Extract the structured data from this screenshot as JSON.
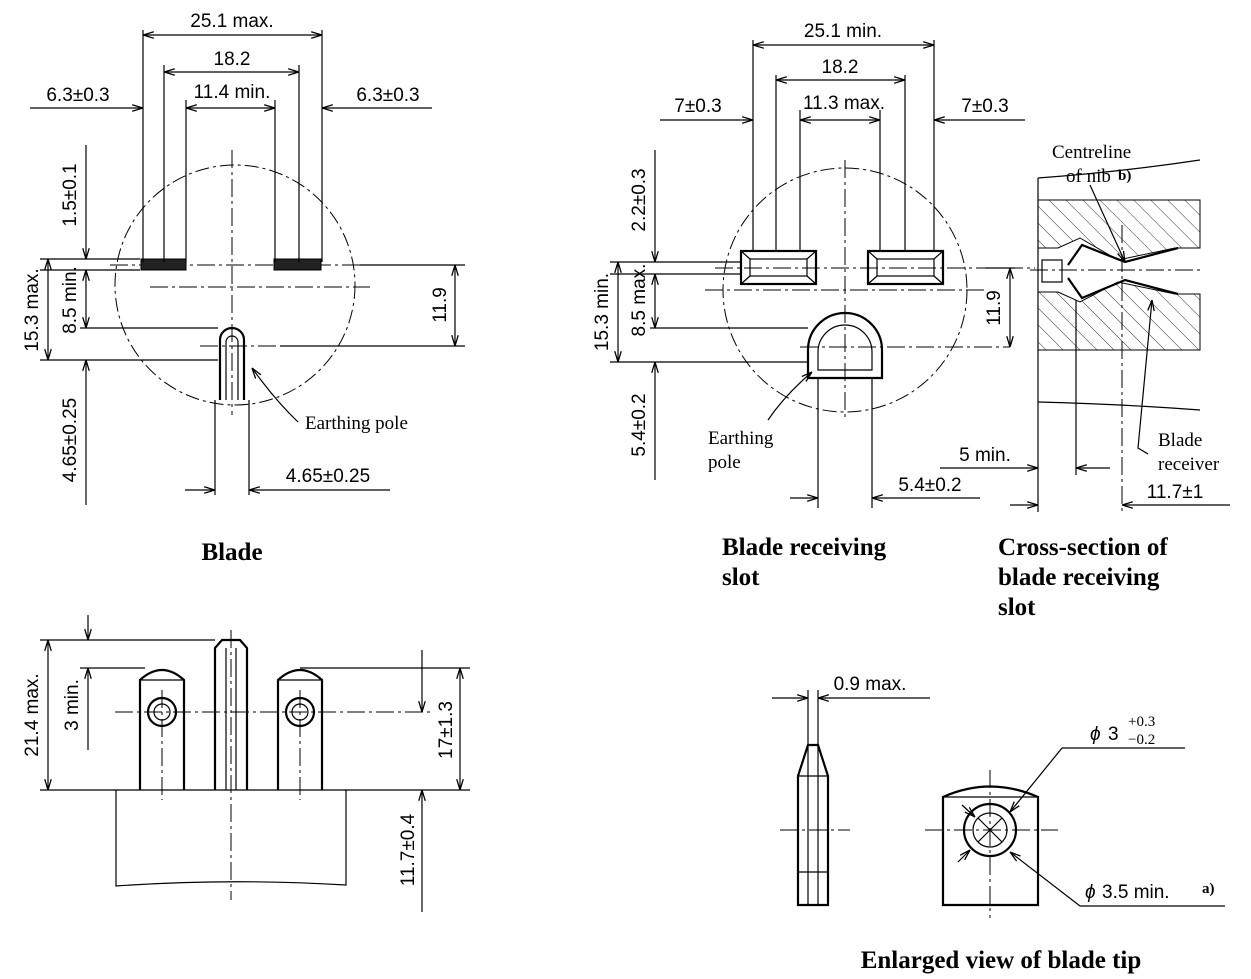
{
  "blade": {
    "caption": "Blade",
    "dim_width_max": "25.1 max.",
    "dim_centres": "18.2",
    "dim_inner_min": "11.4 min.",
    "dim_blade_left": "6.3±0.3",
    "dim_blade_right": "6.3±0.3",
    "dim_thickness": "1.5±0.1",
    "dim_height_max": "15.3 max.",
    "dim_offset_min": "8.5 min.",
    "dim_earth_pos": "4.65±0.25",
    "dim_earth_width": "4.65±0.25",
    "dim_right_height": "11.9",
    "earthing_label": "Earthing pole"
  },
  "slot": {
    "caption_line1": "Blade receiving",
    "caption_line2": "slot",
    "dim_width_min": "25.1 min.",
    "dim_centres": "18.2",
    "dim_inner_max": "11.3 max.",
    "dim_slot_left": "7±0.3",
    "dim_slot_right": "7±0.3",
    "dim_slot_height": "2.2±0.3",
    "dim_height_min": "15.3 min.",
    "dim_offset_max": "8.5 max.",
    "dim_earth_pos": "5.4±0.2",
    "dim_earth_width": "5.4±0.2",
    "dim_right_height": "11.9",
    "earthing_label_line1": "Earthing",
    "earthing_label_line2": "pole"
  },
  "cross_section": {
    "caption_line1": "Cross-section of",
    "caption_line2": "blade receiving",
    "caption_line3": "slot",
    "centreline_line1": "Centreline",
    "centreline_line2": "of nib",
    "centreline_note": "b)",
    "receiver_line1": "Blade",
    "receiver_line2": "receiver",
    "dim_depth_min": "5 min.",
    "dim_depth": "11.7±1"
  },
  "side_view": {
    "dim_total_max": "21.4 max.",
    "dim_tip_min": "3 min.",
    "dim_hole_height": "17±1.3",
    "dim_body_height": "11.7±0.4"
  },
  "tip_view": {
    "caption": "Enlarged view of blade tip",
    "dim_edge_max": "0.9 max.",
    "dim_hole_diameter_symbol": "ϕ",
    "dim_hole_diameter": "3",
    "dim_hole_tol_upper": "+0.3",
    "dim_hole_tol_lower": "−0.2",
    "dim_boss_diameter_symbol": "ϕ",
    "dim_boss_diameter": "3.5 min.",
    "dim_boss_note": "a)"
  }
}
